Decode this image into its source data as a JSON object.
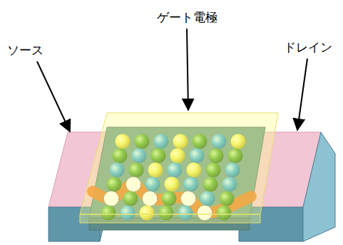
{
  "diagram": {
    "labels": [
      "ゲート電極",
      "ソース",
      "ドレイン"
    ]
  }
}
